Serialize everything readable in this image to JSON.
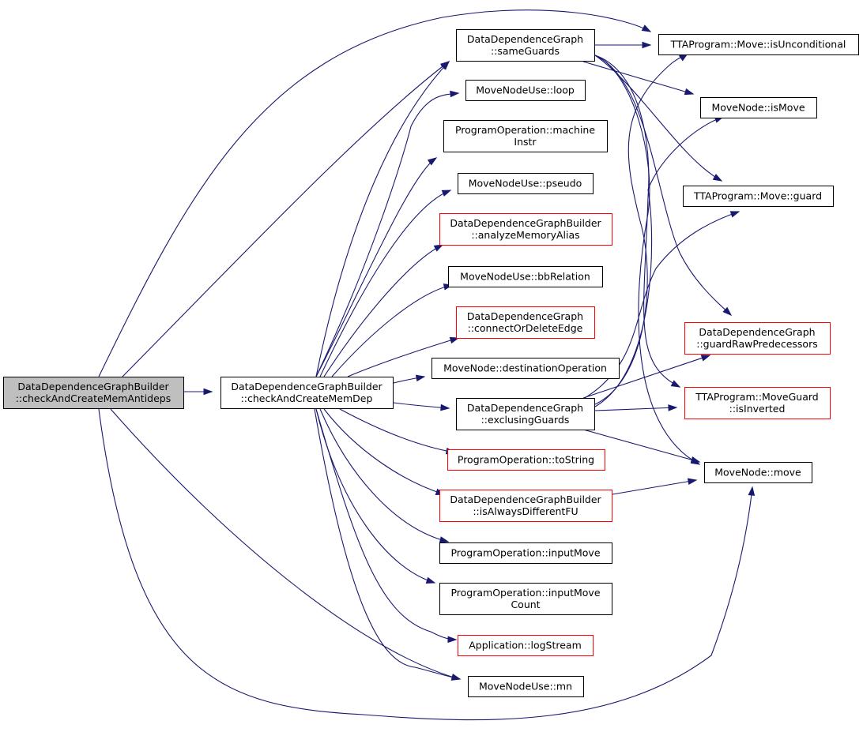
{
  "colors": {
    "edge": "#191970",
    "root_fill": "#bfbfbf",
    "node_fill": "#ffffff",
    "border_normal": "#000000",
    "border_red": "#ff0000"
  },
  "nodes": [
    {
      "id": "root",
      "lines": [
        "DataDependenceGraphBuilder",
        "::checkAndCreateMemAntideps"
      ],
      "style": "root"
    },
    {
      "id": "checkdep",
      "lines": [
        "DataDependenceGraphBuilder",
        "::checkAndCreateMemDep"
      ],
      "style": "normal"
    },
    {
      "id": "sameguards",
      "lines": [
        "DataDependenceGraph",
        "::sameGuards"
      ],
      "style": "normal"
    },
    {
      "id": "loop",
      "lines": [
        "MoveNodeUse::loop"
      ],
      "style": "normal"
    },
    {
      "id": "machineinstr",
      "lines": [
        "ProgramOperation::machine",
        "Instr"
      ],
      "style": "normal"
    },
    {
      "id": "pseudo",
      "lines": [
        "MoveNodeUse::pseudo"
      ],
      "style": "normal"
    },
    {
      "id": "analyzealias",
      "lines": [
        "DataDependenceGraphBuilder",
        "::analyzeMemoryAlias"
      ],
      "style": "red"
    },
    {
      "id": "bbrelation",
      "lines": [
        "MoveNodeUse::bbRelation"
      ],
      "style": "normal"
    },
    {
      "id": "connectordelete",
      "lines": [
        "DataDependenceGraph",
        "::connectOrDeleteEdge"
      ],
      "style": "red"
    },
    {
      "id": "destop",
      "lines": [
        "MoveNode::destinationOperation"
      ],
      "style": "normal"
    },
    {
      "id": "exclusing",
      "lines": [
        "DataDependenceGraph",
        "::exclusingGuards"
      ],
      "style": "normal"
    },
    {
      "id": "tostring",
      "lines": [
        "ProgramOperation::toString"
      ],
      "style": "red"
    },
    {
      "id": "alwaysdifferent",
      "lines": [
        "DataDependenceGraphBuilder",
        "::isAlwaysDifferentFU"
      ],
      "style": "red"
    },
    {
      "id": "inputmove",
      "lines": [
        "ProgramOperation::inputMove"
      ],
      "style": "normal"
    },
    {
      "id": "inputmovecount",
      "lines": [
        "ProgramOperation::inputMove",
        "Count"
      ],
      "style": "normal"
    },
    {
      "id": "logstream",
      "lines": [
        "Application::logStream"
      ],
      "style": "red"
    },
    {
      "id": "mn",
      "lines": [
        "MoveNodeUse::mn"
      ],
      "style": "normal"
    },
    {
      "id": "isunconditional",
      "lines": [
        "TTAProgram::Move::isUnconditional"
      ],
      "style": "normal"
    },
    {
      "id": "ismove",
      "lines": [
        "MoveNode::isMove"
      ],
      "style": "normal"
    },
    {
      "id": "guard",
      "lines": [
        "TTAProgram::Move::guard"
      ],
      "style": "normal"
    },
    {
      "id": "guardraw",
      "lines": [
        "DataDependenceGraph",
        "::guardRawPredecessors"
      ],
      "style": "red"
    },
    {
      "id": "isinverted",
      "lines": [
        "TTAProgram::MoveGuard",
        "::isInverted"
      ],
      "style": "red"
    },
    {
      "id": "move",
      "lines": [
        "MoveNode::move"
      ],
      "style": "normal"
    }
  ],
  "edges": [
    {
      "from": "root",
      "to": "checkdep"
    },
    {
      "from": "root",
      "to": "sameguards"
    },
    {
      "from": "root",
      "to": "isunconditional"
    },
    {
      "from": "root",
      "to": "mn"
    },
    {
      "from": "root",
      "to": "move"
    },
    {
      "from": "checkdep",
      "to": "sameguards"
    },
    {
      "from": "checkdep",
      "to": "loop"
    },
    {
      "from": "checkdep",
      "to": "machineinstr"
    },
    {
      "from": "checkdep",
      "to": "pseudo"
    },
    {
      "from": "checkdep",
      "to": "analyzealias"
    },
    {
      "from": "checkdep",
      "to": "bbrelation"
    },
    {
      "from": "checkdep",
      "to": "connectordelete"
    },
    {
      "from": "checkdep",
      "to": "destop"
    },
    {
      "from": "checkdep",
      "to": "exclusing"
    },
    {
      "from": "checkdep",
      "to": "tostring"
    },
    {
      "from": "checkdep",
      "to": "alwaysdifferent"
    },
    {
      "from": "checkdep",
      "to": "inputmove"
    },
    {
      "from": "checkdep",
      "to": "inputmovecount"
    },
    {
      "from": "checkdep",
      "to": "logstream"
    },
    {
      "from": "checkdep",
      "to": "mn"
    },
    {
      "from": "sameguards",
      "to": "isunconditional"
    },
    {
      "from": "sameguards",
      "to": "ismove"
    },
    {
      "from": "sameguards",
      "to": "guard"
    },
    {
      "from": "sameguards",
      "to": "guardraw"
    },
    {
      "from": "sameguards",
      "to": "isinverted"
    },
    {
      "from": "sameguards",
      "to": "move"
    },
    {
      "from": "exclusing",
      "to": "isunconditional"
    },
    {
      "from": "exclusing",
      "to": "ismove"
    },
    {
      "from": "exclusing",
      "to": "guard"
    },
    {
      "from": "exclusing",
      "to": "guardraw"
    },
    {
      "from": "exclusing",
      "to": "isinverted"
    },
    {
      "from": "exclusing",
      "to": "move"
    },
    {
      "from": "alwaysdifferent",
      "to": "move"
    }
  ]
}
